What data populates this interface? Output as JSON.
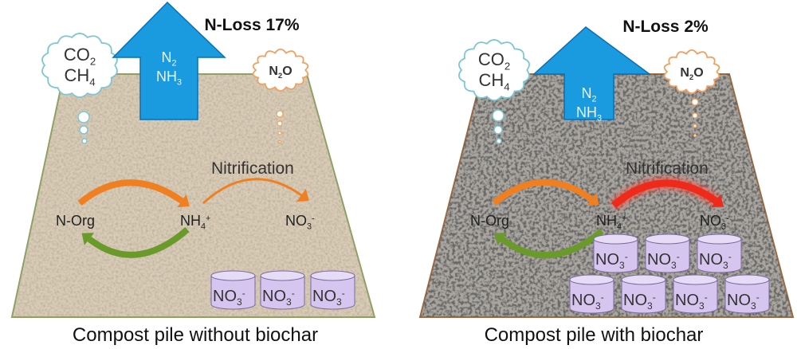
{
  "colors": {
    "arrow_blue": "#1a9be0",
    "co2_cloud_outline": "#7cc6d6",
    "n2o_cloud_outline": "#f0a060",
    "orange_arrow": "#f07f22",
    "green_arrow": "#6a9a2a",
    "red_arrow": "#f02a1a",
    "cylinder_fill": "#d6c6ef",
    "pile_without_biochar": "#d9ccb6",
    "pile_with_biochar": "#a9a59f"
  },
  "panels": [
    {
      "n_loss": "N-Loss 17%",
      "arrow_gas_1": {
        "base": "N",
        "sub": "2"
      },
      "arrow_gas_2": {
        "base": "NH",
        "sub": "3"
      },
      "cloud_left_1": {
        "base": "CO",
        "sub": "2"
      },
      "cloud_left_2": {
        "base": "CH",
        "sub": "4"
      },
      "cloud_right": {
        "base": "N",
        "sub": "2",
        "tail": "O"
      },
      "process_label": "Nitrification",
      "node_1": "N-Org",
      "node_2": {
        "base": "NH",
        "sub": "4",
        "sup": "+"
      },
      "node_3": {
        "base": "NO",
        "sub": "3",
        "sup": "-"
      },
      "stored_label": {
        "base": "NO",
        "sub": "3",
        "sup": "-"
      },
      "stored_count": 3,
      "caption": "Compost pile without biochar"
    },
    {
      "n_loss": "N-Loss 2%",
      "arrow_gas_1": {
        "base": "N",
        "sub": "2"
      },
      "arrow_gas_2": {
        "base": "NH",
        "sub": "3"
      },
      "cloud_left_1": {
        "base": "CO",
        "sub": "2"
      },
      "cloud_left_2": {
        "base": "CH",
        "sub": "4"
      },
      "cloud_right": {
        "base": "N",
        "sub": "2",
        "tail": "O"
      },
      "process_label": "Nitrification",
      "node_1": "N-Org",
      "node_2": {
        "base": "NH",
        "sub": "4",
        "sup": "+"
      },
      "node_3": {
        "base": "NO",
        "sub": "3",
        "sup": "-"
      },
      "stored_label": {
        "base": "NO",
        "sub": "3",
        "sup": "-"
      },
      "stored_count": 7,
      "caption": "Compost pile with biochar"
    }
  ]
}
